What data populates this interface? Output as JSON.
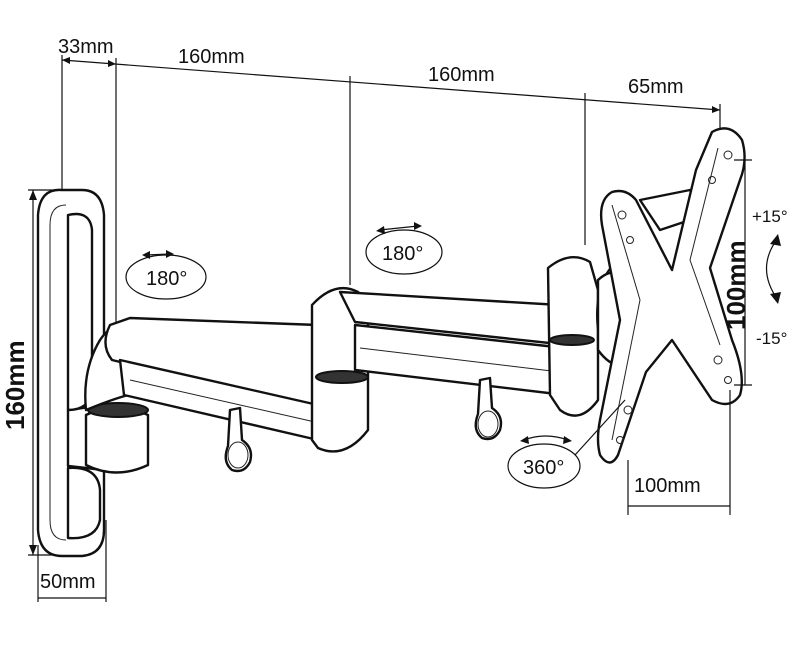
{
  "dimensions": {
    "top_a": "33mm",
    "top_b": "160mm",
    "top_c": "160mm",
    "top_d": "65mm",
    "left_height": "160mm",
    "bottom_width": "50mm",
    "plate_height": "100mm",
    "plate_width": "100mm"
  },
  "rotations": {
    "joint_1": "180°",
    "joint_2": "180°",
    "swivel": "360°"
  },
  "tilt": {
    "up": "+15°",
    "down": "-15°"
  }
}
